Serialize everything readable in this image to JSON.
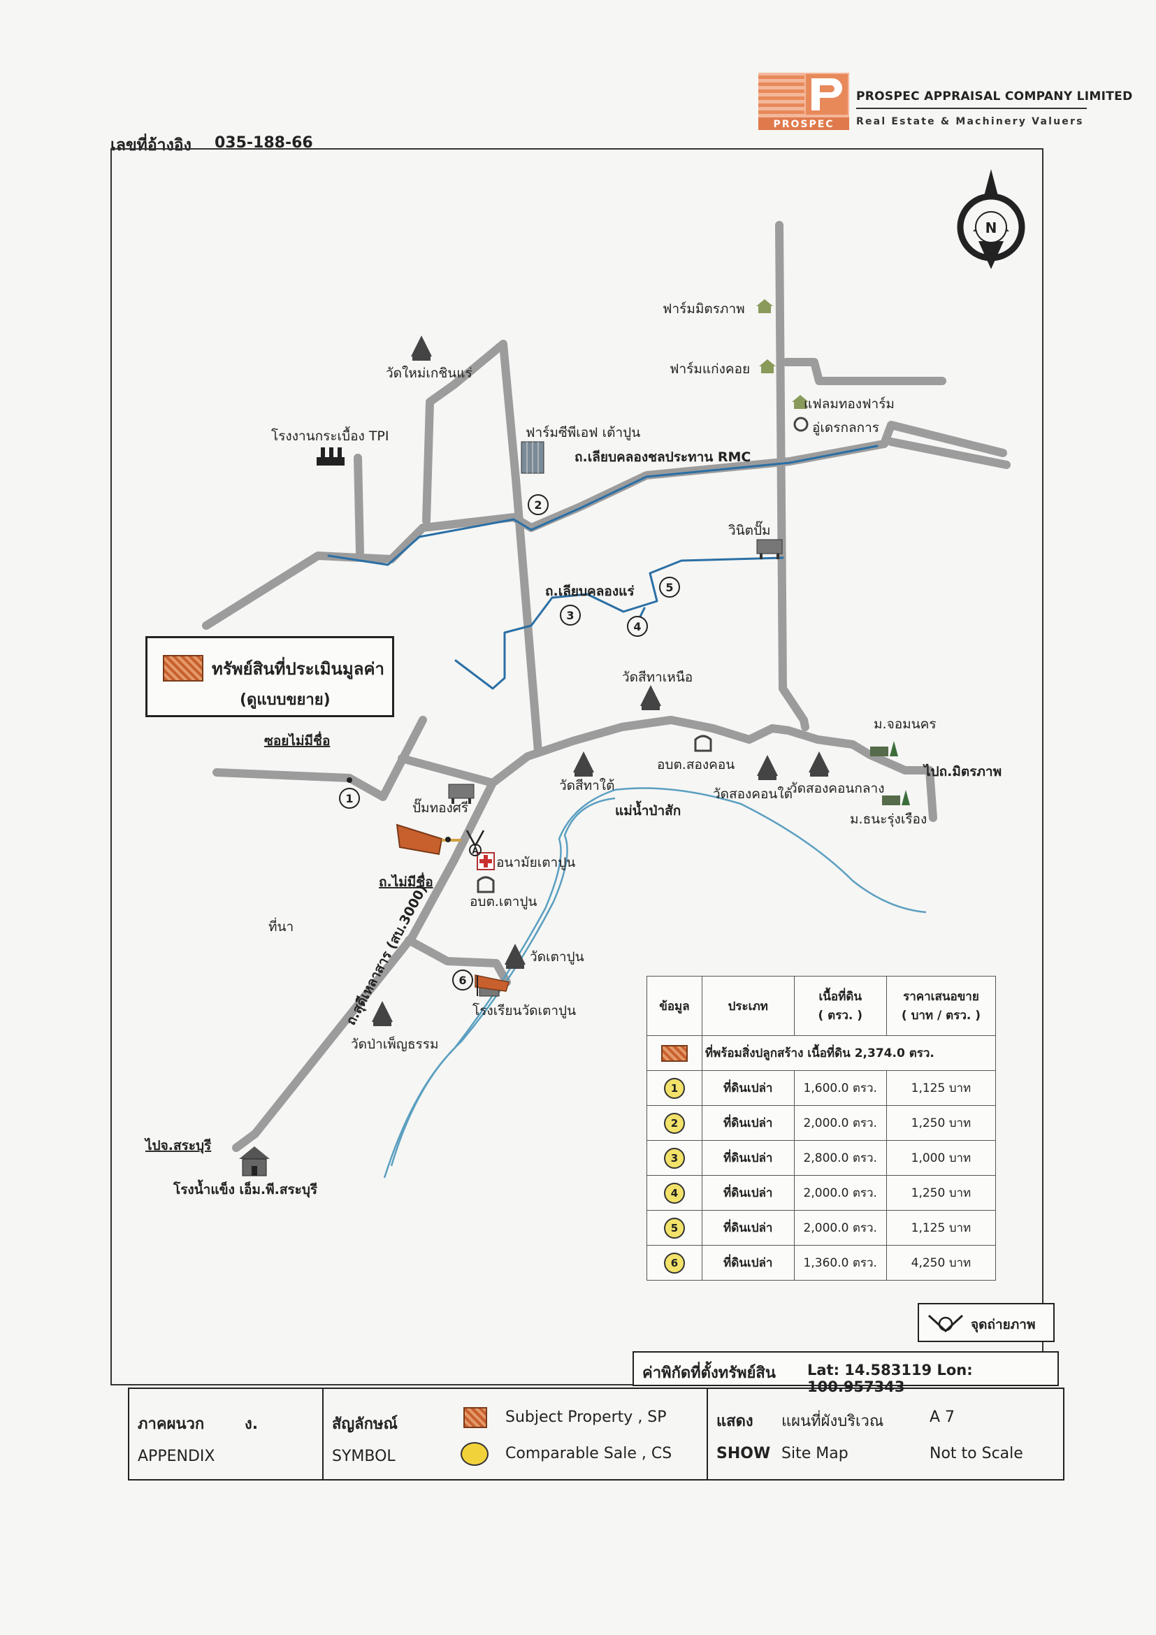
{
  "header": {
    "company_name": "PROSPEC APPRAISAL COMPANY LIMITED",
    "company_tagline": "Real Estate & Machinery Valuers",
    "logo_text": "PROSPEC",
    "ref_label": "เลขที่อ้างอิง",
    "ref_number": "035-188-66"
  },
  "map": {
    "compass_letter": "N",
    "subject_legend": {
      "title": "ทรัพย์สินที่ประเมินมูลค่า",
      "subtitle": "(ดูแบบขยาย)"
    },
    "labels": {
      "farm_mittraphap": "ฟาร์มมิตรภาพ",
      "farm_kaengkhoi": "ฟาร์มแก่งคอย",
      "wat_mai": "วัดใหม่เกชินแร่",
      "tile_factory": "โรงงานกระเบื้อง TPI",
      "farm_cpf": "ฟาร์มซีพีเอฟ เต้าปูน",
      "flat_farm": "แฟลมทองฟาร์ม",
      "uderk": "อู่เดรกลการ",
      "rmc_road": "ถ.เลียบคลองชลประทาน RMC",
      "winit_pump": "วินิตปั๊ม",
      "khlong_rae_road": "ถ.เลียบคลองแร่",
      "wat_sitha_nuea": "วัดสีทาเหนือ",
      "wat_sitha_tai": "วัดสีทาใต้",
      "obt_song_khon": "อบต.สองคอน",
      "wat_song_khon_tai": "วัดสองคอนใต้",
      "wat_song_khon_klang": "วัดสองคอนกลาง",
      "moo_chomnakhon": "ม.จอมนคร",
      "moo_thanarungrueang": "ม.ธนะรุ่งเรือง",
      "to_mittraphap": "ไปถ.มิตรภาพ",
      "pasak_river": "แม่น้ำป่าสัก",
      "soi_no_name": "ซอยไม่มีชื่อ",
      "pump_thongsri": "ปั๊มทองศรี",
      "health_center": "อนามัยเตาปูน",
      "road_no_name": "ถ.ไม่มีชื่อ",
      "obt_taopun": "อบต.เตาปูน",
      "field": "ที่นา",
      "sutwitthayakan_road": "ถ.สุดีเหลาสาร (สบ.3000)",
      "wat_taopun": "วัดเตาปูน",
      "school_wat_taopun": "โรงเรียนวัดเตาปูน",
      "wat_pa_phen": "วัดป่าเพ็ญธรรม",
      "to_saraburi": "ไปจ.สระบุรี",
      "ice_factory": "โรงน้ำแข็ง เอ็ม.พี.สระบุรี"
    },
    "markers": [
      "1",
      "2",
      "3",
      "4",
      "5",
      "6"
    ],
    "photo_point_marker": "A"
  },
  "comparables": {
    "headers": [
      "ข้อมูล",
      "ประเภท",
      "เนื้อที่ดิน",
      "( ตรว. )",
      "ราคาเสนอขาย",
      "( บาท / ตรว. )"
    ],
    "subject_row": "ที่พร้อมสิ่งปลูกสร้าง เนื้อที่ดิน 2,374.0 ตรว.",
    "rows": [
      {
        "id": "1",
        "type": "ที่ดินเปล่า",
        "area": "1,600.0 ตรว.",
        "price": "1,125 บาท"
      },
      {
        "id": "2",
        "type": "ที่ดินเปล่า",
        "area": "2,000.0 ตรว.",
        "price": "1,250 บาท"
      },
      {
        "id": "3",
        "type": "ที่ดินเปล่า",
        "area": "2,800.0 ตรว.",
        "price": "1,000 บาท"
      },
      {
        "id": "4",
        "type": "ที่ดินเปล่า",
        "area": "2,000.0 ตรว.",
        "price": "1,250 บาท"
      },
      {
        "id": "5",
        "type": "ที่ดินเปล่า",
        "area": "2,000.0 ตรว.",
        "price": "1,125 บาท"
      },
      {
        "id": "6",
        "type": "ที่ดินเปล่า",
        "area": "1,360.0 ตรว.",
        "price": "4,250 บาท"
      }
    ]
  },
  "photo_point_label": "จุดถ่ายภาพ",
  "coordinates": {
    "label": "ค่าพิกัดที่ตั้งทรัพย์สิน",
    "value": "Lat: 14.583119 Lon: 100.957343"
  },
  "footer": {
    "appendix_th": "ภาคผนวก",
    "appendix_letter": "ง.",
    "appendix_en": "APPENDIX",
    "symbol_th": "สัญลักษณ์",
    "symbol_en": "SYMBOL",
    "subject_symbol_label": "Subject   Property , SP",
    "comparable_symbol_label": "Comparable  Sale , CS",
    "show_th": "แสดง",
    "show_en": "SHOW",
    "map_type_th": "แผนที่ผังบริเวณ",
    "map_type_en": "Site Map",
    "page_code": "A 7",
    "scale_note": "Not to Scale"
  },
  "colors": {
    "road": "#9c9c9c",
    "canal": "#2a6fa5",
    "river": "#5a9fc0",
    "subject": "#c8602e",
    "comparable": "#f2e26a",
    "logo": "#e8895a"
  }
}
